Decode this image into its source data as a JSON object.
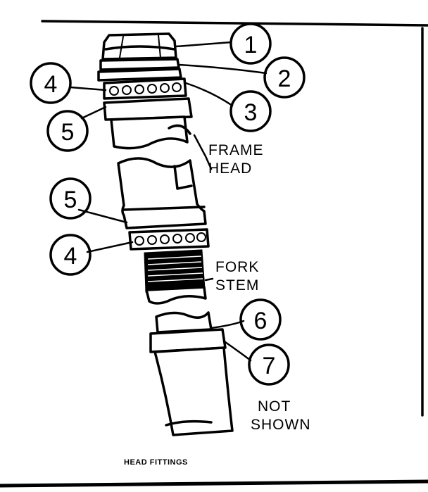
{
  "callouts": [
    "1",
    "2",
    "3",
    "4",
    "5",
    "5",
    "4",
    "6",
    "7"
  ],
  "labels": {
    "frame_head": [
      "FRAME",
      "HEAD"
    ],
    "fork_stem": [
      "FORK",
      "STEM"
    ],
    "not_shown": [
      "NOT",
      "SHOWN"
    ]
  },
  "caption": "HEAD FITTINGS"
}
